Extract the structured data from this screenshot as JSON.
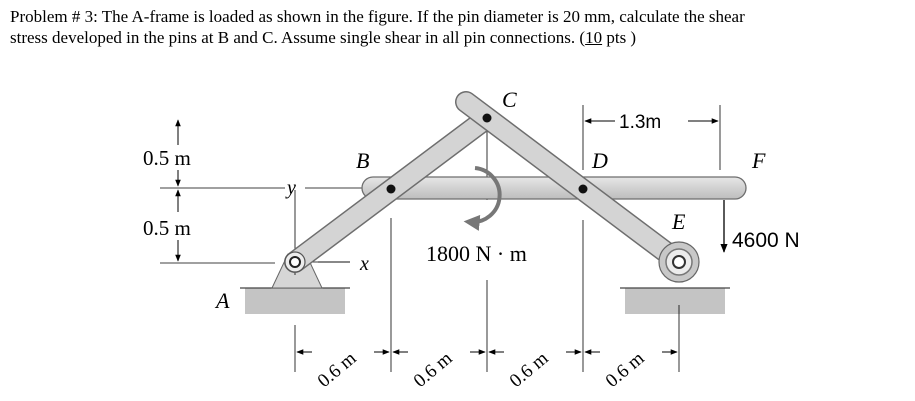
{
  "problem": {
    "line1": "Problem # 3:  The A-frame is loaded as shown in the figure. If the pin diameter is 20 mm, calculate the shear",
    "line2_main": "stress developed in the pins at B and C. Assume single shear in all pin connections.  ",
    "points_open": "(",
    "points_value": "10",
    "points_close": " pts )"
  },
  "figure": {
    "labels": {
      "A": "A",
      "B": "B",
      "C": "C",
      "D": "D",
      "E": "E",
      "F": "F",
      "x": "x",
      "y": "y"
    },
    "dims": {
      "upper": "0.5 m",
      "lower": "0.5 m",
      "top": "1.3m",
      "bottom": [
        "0.6 m",
        "0.6 m",
        "0.6 m",
        "0.6 m"
      ]
    },
    "moment": "1800 N · m",
    "force": "4600 N",
    "colors": {
      "member_fill": "#d0d0d0",
      "member_edge": "#6e6e6e",
      "support": "#c4c4c4",
      "moment_arrow": "#777777"
    }
  }
}
